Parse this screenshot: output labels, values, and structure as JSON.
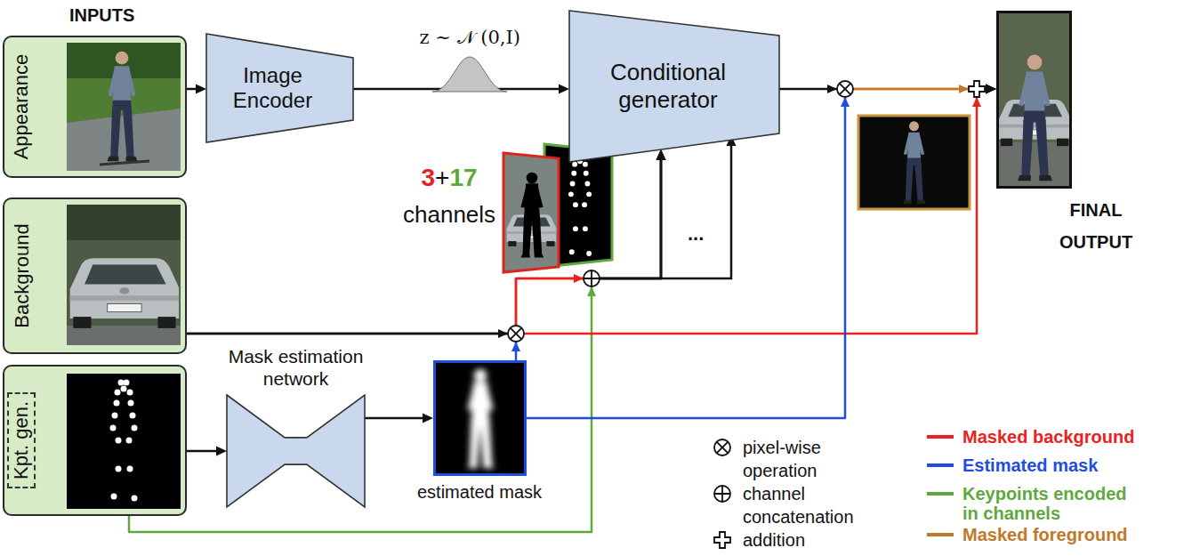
{
  "diagram": {
    "nodes": [
      {
        "text": [
          "Appearance"
        ]
      },
      {
        "text": [
          "Background"
        ]
      },
      {
        "text": [
          "Kpt. gen."
        ]
      },
      {
        "text": [
          "Image Encoder"
        ]
      },
      {
        "text": [
          "Conditional generator"
        ]
      },
      {
        "text": [
          "Mask estimation network"
        ]
      },
      {
        "text": [
          "estimated mask"
        ]
      },
      {
        "text": [
          "FINAL OUTPUT"
        ]
      }
    ],
    "edges": [
      {
        "from": 0,
        "to": 3,
        "arrow": "to"
      },
      {
        "from": 3,
        "to": 4,
        "arrow": "to"
      },
      {
        "from": 2,
        "to": 5,
        "arrow": "to"
      },
      {
        "from": 5,
        "to": 6,
        "arrow": "to"
      },
      {
        "from": 1,
        "to": 4,
        "arrow": "to"
      },
      {
        "from": 6,
        "to": 4,
        "arrow": "to"
      },
      {
        "from": 2,
        "to": 4,
        "arrow": "to"
      },
      {
        "from": 4,
        "to": 7,
        "arrow": "to"
      },
      {
        "from": 1,
        "to": 7,
        "arrow": "to"
      },
      {
        "from": 6,
        "to": 7,
        "arrow": "to"
      }
    ],
    "labels": [
      "INPUTS",
      "z ~ 𝒩 (0,I)",
      "3",
      "+",
      "17",
      "channels",
      "..."
    ],
    "legend": [
      {
        "text": "pixel-wise operation"
      },
      {
        "text": "channel concatenation"
      },
      {
        "text": "addition"
      },
      {
        "text": "Masked background",
        "color": "#e8231f"
      },
      {
        "text": "Estimated mask",
        "color": "#1f4de0"
      },
      {
        "text": "Keypoints encoded in channels",
        "color": "#5fa83d"
      },
      {
        "text": "Masked foreground",
        "color": "#c0782a"
      }
    ]
  }
}
